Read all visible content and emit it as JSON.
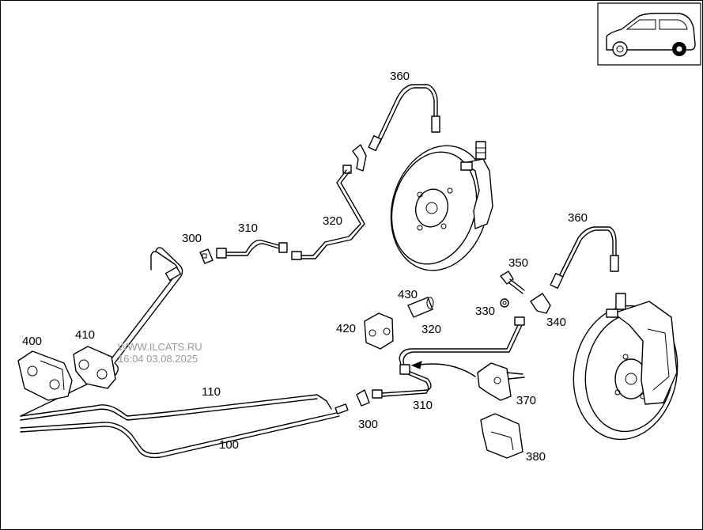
{
  "callouts": {
    "c100": "100",
    "c110": "110",
    "c300a": "300",
    "c300b": "300",
    "c310a": "310",
    "c310b": "310",
    "c320a": "320",
    "c320b": "320",
    "c330": "330",
    "c340": "340",
    "c350": "350",
    "c360a": "360",
    "c360b": "360",
    "c370": "370",
    "c380": "380",
    "c400": "400",
    "c410": "410",
    "c420": "420",
    "c430": "430"
  },
  "watermark": {
    "line1": "WWW.ILCATS.RU",
    "line2": "16:04 03.08.2025"
  },
  "icons": {
    "vehicle": "car-side-front-wheel-highlight-icon"
  },
  "colors": {
    "line": "#000000",
    "background": "#ffffff",
    "watermark": "#9a9a9a"
  }
}
